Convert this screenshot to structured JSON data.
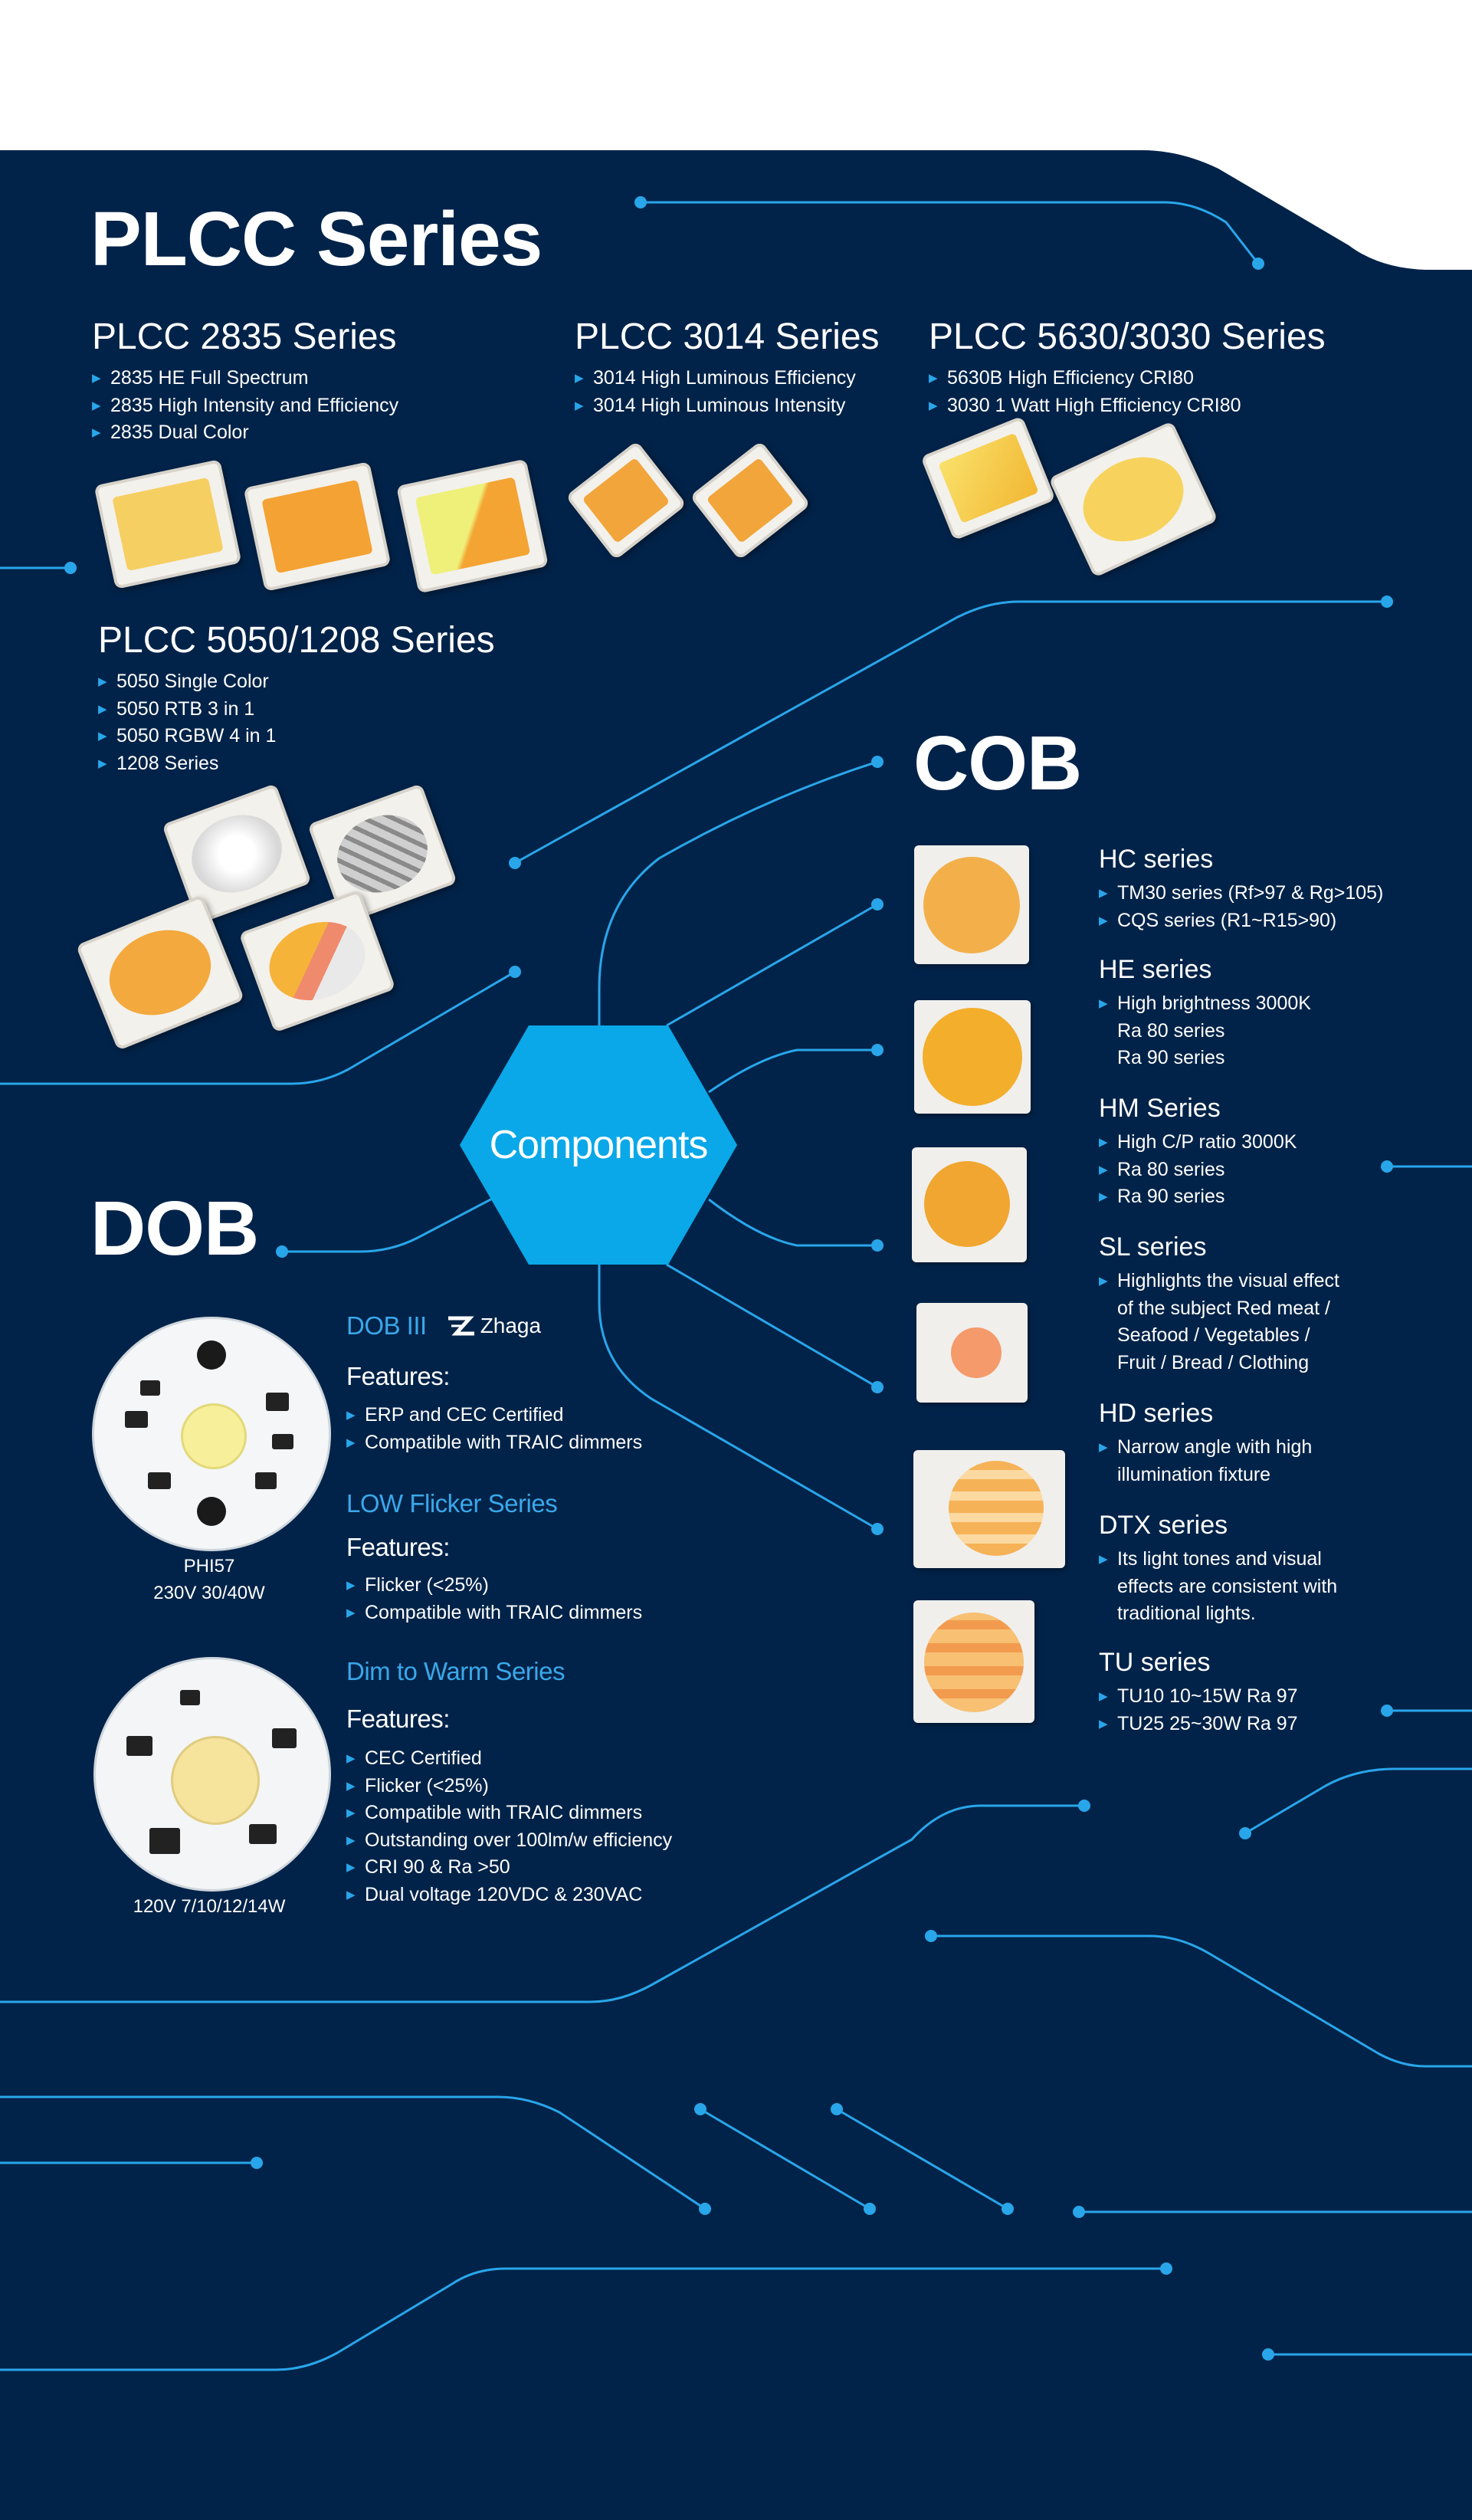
{
  "colors": {
    "background": "#022349",
    "accent": "#29a6ea",
    "hexagon": "#0aa8e8",
    "text": "#ffffff"
  },
  "plcc": {
    "title": "PLCC Series",
    "groups": [
      {
        "name": "PLCC 2835 Series",
        "items": [
          "2835 HE Full Spectrum",
          "2835 High Intensity and Efficiency",
          "2835 Dual Color"
        ]
      },
      {
        "name": "PLCC 3014 Series",
        "items": [
          "3014 High Luminous Efficiency",
          "3014 High Luminous Intensity"
        ]
      },
      {
        "name": "PLCC 5630/3030 Series",
        "items": [
          "5630B High Efficiency CRI80",
          "3030 1 Watt High Efficiency CRI80"
        ]
      },
      {
        "name": "PLCC 5050/1208 Series",
        "items": [
          "5050 Single Color",
          "5050 RTB 3 in 1",
          "5050 RGBW 4 in 1",
          "1208 Series"
        ]
      }
    ]
  },
  "center": {
    "label": "Components"
  },
  "cob": {
    "title": "COB",
    "series": [
      {
        "name": "HC series",
        "lines": [
          "TM30 series (Rf>97 & Rg>105)",
          "CQS series (R1~R15>90)"
        ]
      },
      {
        "name": "HE series",
        "lines": [
          "High brightness 3000K",
          "Ra 80 series",
          "Ra 90 series"
        ]
      },
      {
        "name": "HM Series",
        "lines": [
          "High C/P ratio 3000K",
          "Ra 80 series",
          "Ra 90 series"
        ]
      },
      {
        "name": "SL series",
        "lines": [
          "Highlights the visual effect",
          "of the subject Red meat /",
          "Seafood / Vegetables /",
          "Fruit / Bread / Clothing"
        ]
      },
      {
        "name": "HD series",
        "lines": [
          "Narrow angle with high",
          "illumination fixture"
        ]
      },
      {
        "name": "DTX series",
        "lines": [
          "Its light tones and visual",
          "effects are consistent with",
          "traditional lights."
        ]
      },
      {
        "name": "TU series",
        "lines": [
          "TU10 10~15W Ra 97",
          "TU25 25~30W Ra 97"
        ]
      }
    ]
  },
  "dob": {
    "title": "DOB",
    "blocks": [
      {
        "name": "DOB III",
        "badge": "Zhaga",
        "features_label": "Features:",
        "items": [
          "ERP and CEC Certified",
          "Compatible with TRAIC dimmers"
        ]
      },
      {
        "name": "LOW Flicker Series",
        "features_label": "Features:",
        "items": [
          "Flicker (<25%)",
          "Compatible with TRAIC dimmers"
        ]
      },
      {
        "name": "Dim to Warm Series",
        "features_label": "Features:",
        "items": [
          "CEC Certified",
          "Flicker (<25%)",
          "Compatible with TRAIC dimmers",
          "Outstanding over 100lm/w efficiency",
          "CRI 90 & Ra >50",
          "Dual voltage 120VDC & 230VAC"
        ]
      }
    ],
    "captions": [
      {
        "line1": "PHI57",
        "line2": "230V 30/40W"
      },
      {
        "line1": "120V  7/10/12/14W"
      }
    ]
  }
}
